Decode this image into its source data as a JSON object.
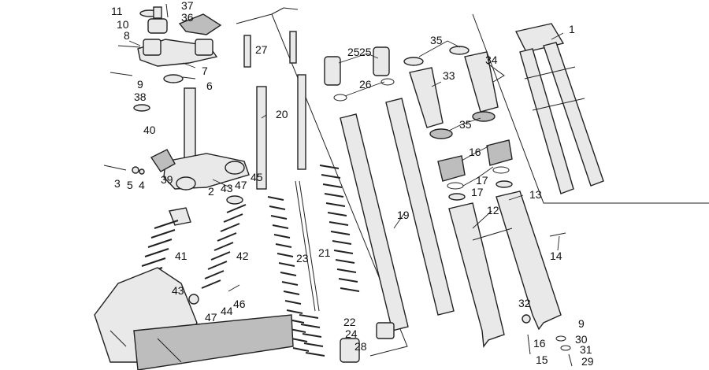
{
  "diagram": {
    "labels": [
      "1",
      "2",
      "3",
      "4",
      "5",
      "6",
      "7",
      "8",
      "9",
      "9",
      "10",
      "11",
      "12",
      "13",
      "14",
      "15",
      "16",
      "16",
      "17",
      "17",
      "19",
      "20",
      "21",
      "22",
      "23",
      "24",
      "25",
      "25",
      "26",
      "27",
      "28",
      "29",
      "30",
      "31",
      "32",
      "33",
      "34",
      "35",
      "35",
      "36",
      "37",
      "38",
      "39",
      "40",
      "41",
      "42",
      "43",
      "43",
      "44",
      "45",
      "46",
      "47",
      "47"
    ]
  }
}
